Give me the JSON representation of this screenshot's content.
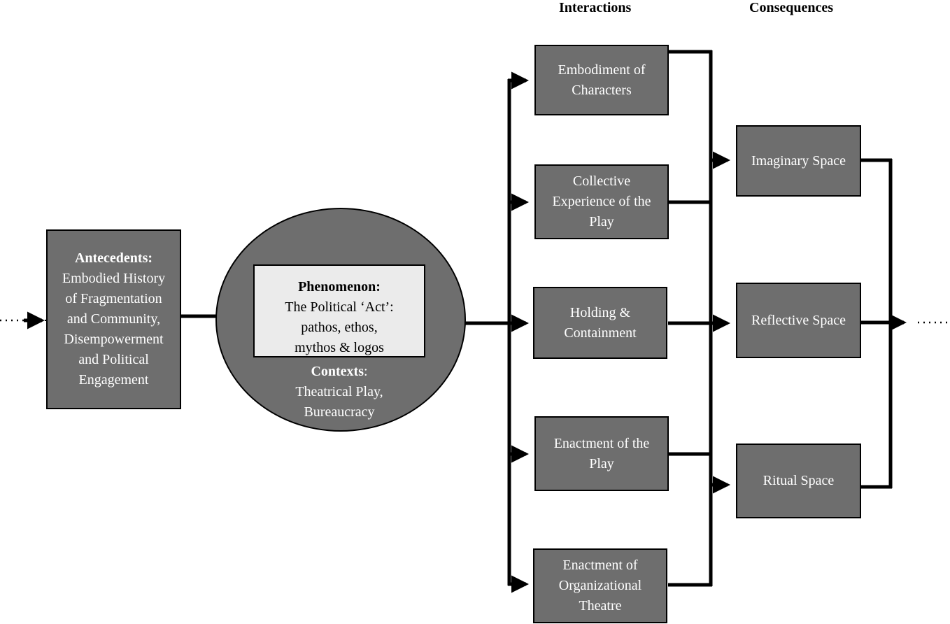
{
  "headers": {
    "interactions": "Interactions",
    "consequences": "Consequences"
  },
  "antecedents": {
    "label": "Antecedents:",
    "lines": [
      "Embodied History",
      "of Fragmentation",
      "and Community,",
      "Disempowerment",
      "and Political",
      "Engagement"
    ]
  },
  "phenomenon": {
    "label": "Phenomenon:",
    "lines": [
      "The Political ‘Act’:",
      "pathos, ethos,",
      "mythos & logos"
    ]
  },
  "contexts": {
    "label": "Contexts",
    "colon": ":",
    "lines": [
      "Theatrical Play,",
      "Bureaucracy"
    ]
  },
  "interactions": [
    {
      "lines": [
        "Embodiment of",
        "Characters"
      ]
    },
    {
      "lines": [
        "Collective",
        "Experience of the",
        "Play"
      ]
    },
    {
      "lines": [
        "Holding &",
        "Containment"
      ]
    },
    {
      "lines": [
        "Enactment of the",
        "Play"
      ]
    },
    {
      "lines": [
        "Enactment of",
        "Organizational",
        "Theatre"
      ]
    }
  ],
  "consequences": [
    {
      "label": "Imaginary Space"
    },
    {
      "label": "Reflective Space"
    },
    {
      "label": "Ritual Space"
    }
  ],
  "colors": {
    "box_fill": "#6e6e6e",
    "phenomenon_fill": "#ebebeb",
    "stroke": "#000000",
    "box_text": "#ffffff"
  }
}
